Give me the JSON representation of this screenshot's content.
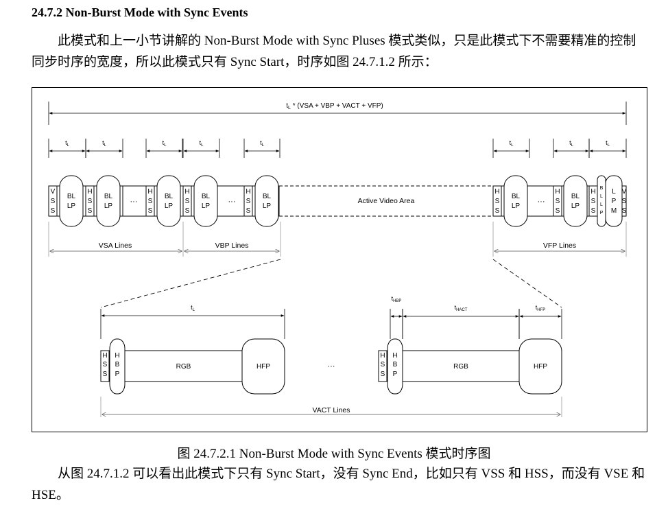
{
  "section": {
    "heading": "24.7.2 Non-Burst Mode with Sync Events",
    "paragraph1": "此模式和上一小节讲解的 Non-Burst Mode with Sync Pluses 模式类似，只是此模式下不需要精准的控制同步时序的宽度，所以此模式只有 Sync Start，时序如图 24.7.1.2 所示：",
    "caption": "图 24.7.2.1 Non-Burst Mode with Sync Events 模式时序图",
    "paragraph2": "从图 24.7.1.2 可以看出此模式下只有 Sync Start，没有 Sync End，比如只有 VSS 和 HSS，而没有 VSE 和 HSE。"
  },
  "diagram": {
    "total_label": "t",
    "total_sub": "L",
    "total_expr": " * (VSA + VBP + VACT + VFP)",
    "tl_main": "t",
    "tl_sub": "L",
    "vss": [
      "V",
      "S",
      "S"
    ],
    "hss": [
      "H",
      "S",
      "S"
    ],
    "blp": [
      "BL",
      "LP"
    ],
    "ellipsis": "···",
    "active_area": "Active Video Area",
    "blp_small": [
      "B",
      "L",
      "L",
      "P"
    ],
    "lpm": [
      "L",
      "P",
      "M"
    ],
    "vsa_lines": "VSA Lines",
    "vbp_lines": "VBP Lines",
    "vfp_lines": "VFP Lines",
    "hbp": [
      "H",
      "B",
      "P"
    ],
    "rgb": "RGB",
    "hfp": "HFP",
    "thbp_sub": "HBP",
    "thact_sub": "HACT",
    "thfp_sub": "HFP",
    "vact_lines": "VACT Lines"
  }
}
